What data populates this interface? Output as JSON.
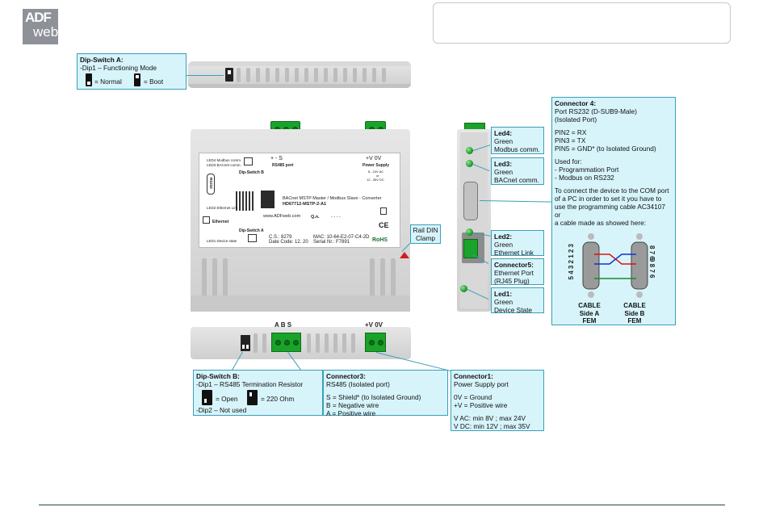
{
  "logo": {
    "line1": "ADF",
    "line2": "web"
  },
  "header_box": {
    "text": ""
  },
  "dip_a": {
    "title": "Dip-Switch A:",
    "line1": "-Dip1 – Functioning Mode",
    "normal": "= Normal",
    "boot": "= Boot"
  },
  "rail": {
    "line1": "Rail DIN",
    "line2": "Clamp"
  },
  "device": {
    "led4_label": "LED4 Modbus comm.",
    "led3_label": "LED3 BACnet comm.",
    "led2_label": "LED2 Ethernet Link",
    "led1_label": "LED1 Device state",
    "port_label": "RS232",
    "dip_b": "Dip-Switch B",
    "rs485_sign": "+  -  S",
    "rs485_port": "RS485 port",
    "ps_sign": "+V  0V",
    "ps_title": "Power Supply",
    "ps_ac": "8...24V AC",
    "ps_or": "or",
    "ps_dc": "12...35V DC",
    "ethernet": "Ethernet",
    "dip_a": "Dip-Switch A",
    "product": "BACnet MSTP Master / Modbus Slave - Converter",
    "code": "HD67712-MSTP-2-A1",
    "url": "www.ADFweb.com",
    "qn_label": "Q.n.",
    "qn_value": "- - - -",
    "cs": "C.S.: 8279",
    "date": "Date Code: 12. 20",
    "mac": "MAC: 10-64-E2-07-C4-2D",
    "serial": "Serial Nr.: F7891",
    "rohs": "RoHS",
    "ce": "CE"
  },
  "bottom": {
    "abs_label": "A  B  S",
    "v0_label": "+V  0V"
  },
  "dip_b": {
    "title": "Dip-Switch B:",
    "line1": "-Dip1 – RS485 Termination Resistor",
    "open": "= Open",
    "ohm": "= 220 Ohm",
    "line2": "-Dip2 – Not used"
  },
  "conn3": {
    "title": "Connector3:",
    "line1": "RS485 (Isolated port)",
    "line2": "S = Shield* (to Isolated Ground)",
    "line3": "B = Negative wire",
    "line4": "A = Positive wire"
  },
  "conn1": {
    "title": "Connector1:",
    "line1": "Power Supply port",
    "line2": "0V = Ground",
    "line3": "+V = Positive wire",
    "line4": "V AC: min 8V ; max 24V",
    "line5": "V DC: min 12V ; max 35V"
  },
  "led4": {
    "title": "Led4:",
    "l1": "Green",
    "l2": "Modbus comm."
  },
  "led3": {
    "title": "Led3:",
    "l1": "Green",
    "l2": "BACnet comm."
  },
  "led2": {
    "title": "Led2:",
    "l1": "Green",
    "l2": "Ethernet Link"
  },
  "conn5": {
    "title": "Connector5:",
    "l1": "Ethernet Port",
    "l2": "(RJ45 Plug)"
  },
  "led1": {
    "title": "Led1:",
    "l1": "Green",
    "l2": "Device State"
  },
  "conn4": {
    "title": "Connector 4:",
    "l1": "Port RS232 (D-SUB9-Male)",
    "l2": "(Isolated Port)",
    "pin2": "PIN2 = RX",
    "pin3": "PIN3 = TX",
    "pin5": "PIN5 = GND* (to Isolated Ground)",
    "used": "Used for:",
    "use1": " - Programmation Port",
    "use2": " - Modbus on RS232",
    "conn1": "To connect the device to the COM port",
    "conn2": "of a PC in order to set it you have to",
    "conn3": "use the programming cable AC34107 or",
    "conn4": "a cable made as showed here:",
    "pins_a_top": "1 2 3",
    "pins_a_bot": "5 4 3 2",
    "pins_b_top": "8 7 6",
    "pins_b_bot": "9 8 7 6",
    "cable_a1": "CABLE",
    "cable_a2": "Side A",
    "cable_a3": "FEM",
    "cable_b1": "CABLE",
    "cable_b2": "Side B",
    "cable_b3": "FEM"
  },
  "colors": {
    "callout_bg": "#d7f4fb",
    "callout_border": "#3b9fb8",
    "terminal": "#1aa32a",
    "footer_line": "#1f4f3a"
  }
}
